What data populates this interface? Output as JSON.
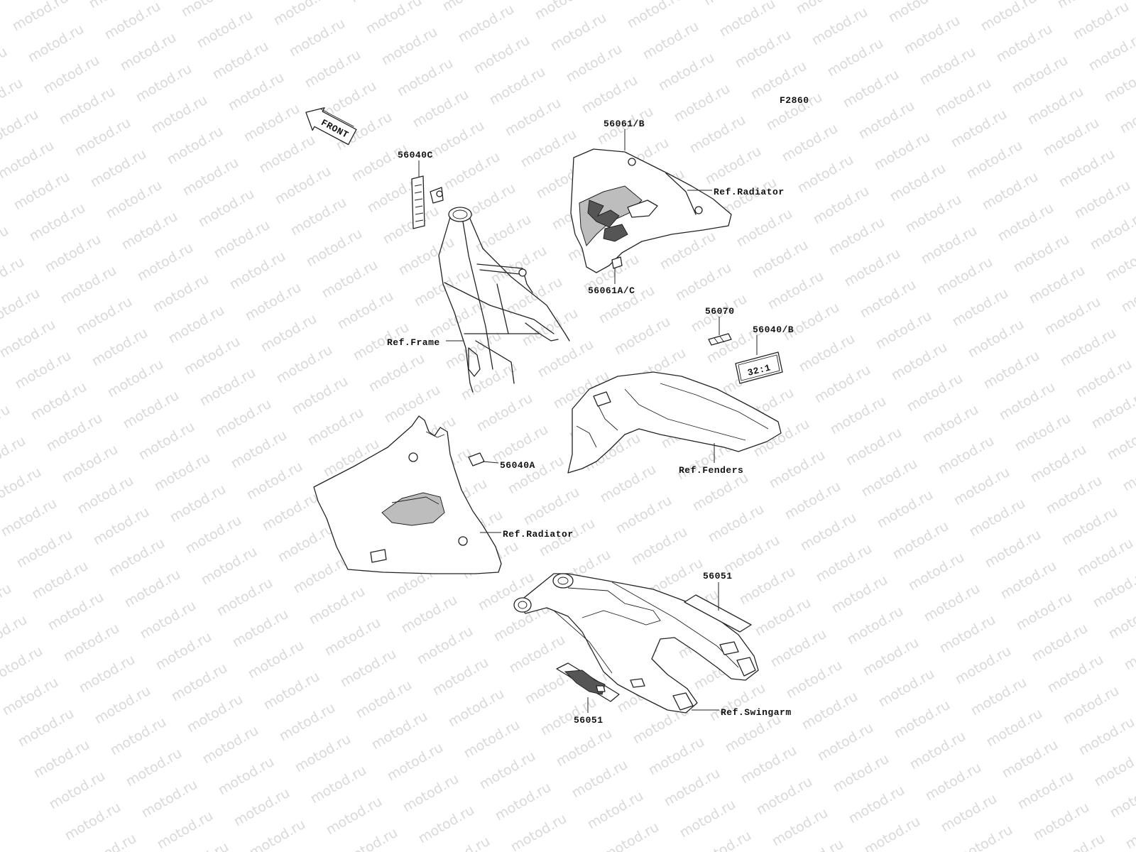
{
  "figure_code": "F2860",
  "front_arrow_label": "FRONT",
  "watermark_text": "motod.ru",
  "callouts": {
    "decal_56040c": "56040C",
    "decal_56061b": "56061/B",
    "ref_radiator_upper": "Ref.Radiator",
    "decal_56061ac": "56061A/C",
    "ref_frame": "Ref.Frame",
    "decal_56070": "56070",
    "decal_56040b": "56040/B",
    "decal_56040a": "56040A",
    "ref_fenders": "Ref.Fenders",
    "ref_radiator_lower": "Ref.Radiator",
    "decal_56051_right": "56051",
    "decal_56051_bottom": "56051",
    "ref_swingarm": "Ref.Swingarm"
  },
  "sticker_text": "32:1"
}
